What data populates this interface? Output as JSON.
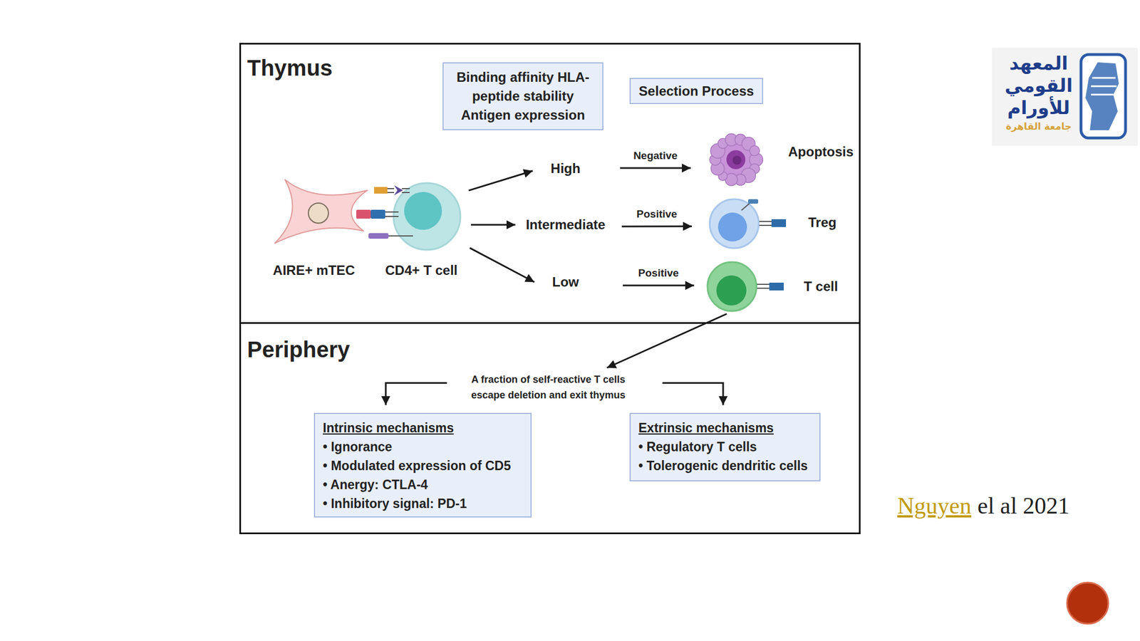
{
  "diagram": {
    "nodes": [
      {
        "text": [
          "Thymus"
        ]
      },
      {
        "text": [
          "Binding affinity HLA-peptide stability Antigen expression"
        ],
        "in": 0
      },
      {
        "text": [
          "Selection Process"
        ],
        "in": 0
      },
      {
        "text": [
          "AIRE+ mTEC"
        ],
        "in": 0
      },
      {
        "text": [
          "CD4+ T cell"
        ],
        "in": 0
      },
      {
        "text": [
          "High"
        ],
        "in": 0
      },
      {
        "text": [
          "Intermediate"
        ],
        "in": 0
      },
      {
        "text": [
          "Low"
        ],
        "in": 0
      },
      {
        "text": [
          "Apoptosis"
        ],
        "in": 0
      },
      {
        "text": [
          "Treg"
        ],
        "in": 0
      },
      {
        "text": [
          "T cell"
        ],
        "in": 0
      },
      {
        "text": [
          "Periphery"
        ]
      },
      {
        "text": [
          "A fraction of self-reactive T cells escape deletion and exit thymus"
        ],
        "in": 11
      },
      {
        "text": [
          "Intrinsic mechanisms",
          "• Ignorance",
          "• Modulated expression of CD5",
          "• Anergy: CTLA-4",
          "• Inhibitory signal: PD-1"
        ],
        "in": 11
      },
      {
        "text": [
          "Extrinsic mechanisms",
          "• Regulatory T cells",
          "• Tolerogenic dendritic cells"
        ],
        "in": 11
      }
    ],
    "edges": [
      {
        "from": 4,
        "to": 5,
        "arrow": "to"
      },
      {
        "from": 4,
        "to": 6,
        "arrow": "to"
      },
      {
        "from": 4,
        "to": 7,
        "arrow": "to"
      },
      {
        "from": 5,
        "to": 8,
        "label": "Negative",
        "arrow": "to"
      },
      {
        "from": 6,
        "to": 9,
        "label": "Positive",
        "arrow": "to"
      },
      {
        "from": 7,
        "to": 10,
        "label": "Positive",
        "arrow": "to"
      },
      {
        "from": 10,
        "to": 12,
        "arrow": "to"
      },
      {
        "from": 12,
        "to": 13,
        "arrow": "to"
      },
      {
        "from": 12,
        "to": 14,
        "arrow": "to"
      }
    ],
    "labels": [
      "Nguyen",
      "el al 2021",
      "المعهد القومي للأورام",
      "جامعة القاهرة"
    ]
  }
}
